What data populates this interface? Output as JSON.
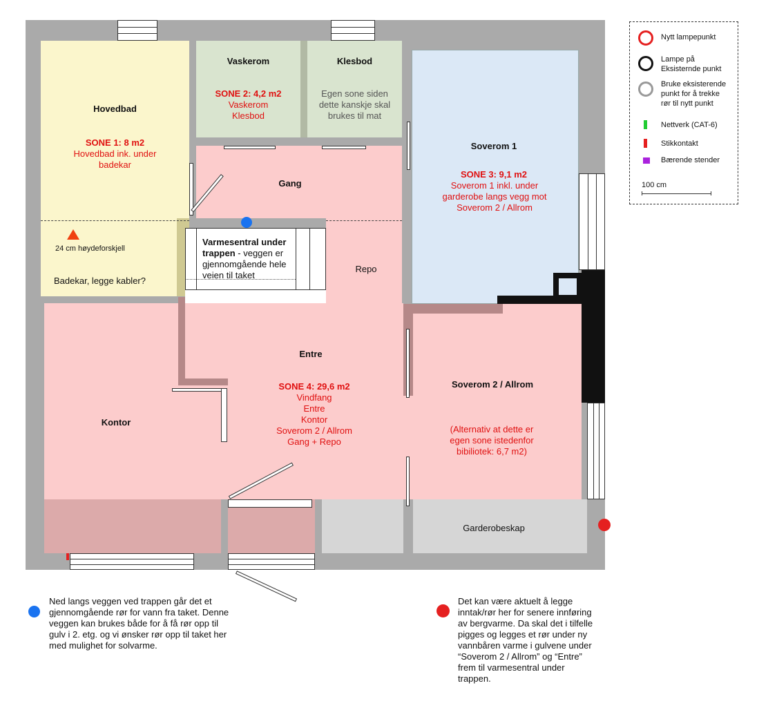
{
  "rooms": {
    "hovedbad": {
      "title": "Hovedbad",
      "zone": "SONE 1: 8 m2",
      "desc1": "Hovedbad ink. under",
      "desc2": "badekar"
    },
    "vaskerom": {
      "title": "Vaskerom",
      "zone": "SONE 2: 4,2 m2",
      "desc1": "Vaskerom",
      "desc2": "Klesbod"
    },
    "klesbod": {
      "title": "Klesbod",
      "desc1": "Egen sone siden",
      "desc2": "dette kanskje skal",
      "desc3": "brukes til mat"
    },
    "soverom1": {
      "title": "Soverom 1",
      "zone": "SONE 3: 9,1 m2",
      "desc1": "Soverom 1 inkl. under",
      "desc2": "garderobe langs vegg mot",
      "desc3": "Soverom 2 /  Allrom"
    },
    "gang": {
      "title": "Gang"
    },
    "repo": {
      "title": "Repo"
    },
    "varmesentral": {
      "bold1": "Varmesentral under",
      "bold2": "trappen",
      "rest1": " - veggen er",
      "line3": "gjennomgående hele",
      "line4": "veien til taket"
    },
    "badekar": {
      "height": "24 cm høydeforskjell",
      "note": "Badekar, legge kabler?"
    },
    "entre": {
      "title": "Entre",
      "zone": "SONE 4: 29,6 m2",
      "d1": "Vindfang",
      "d2": "Entre",
      "d3": "Kontor",
      "d4": "Soverom 2 / Allrom",
      "d5": "Gang + Repo"
    },
    "kontor": {
      "title": "Kontor"
    },
    "soverom2": {
      "title": "Soverom 2 / Allrom",
      "alt1": "(Alternativ at dette er",
      "alt2": "egen sone istedenfor",
      "alt3": "bibiliotek: 6,7 m2)"
    },
    "garderobe": {
      "title": "Garderobeskap"
    }
  },
  "legend": {
    "new_lamp": "Nytt lampepunkt",
    "existing_lamp_1": "Lampe på",
    "existing_lamp_2": "Eksisternde punkt",
    "reuse_1": "Bruke eksisterende",
    "reuse_2": "punkt for å trekke",
    "reuse_3": "rør til nytt punkt",
    "network": "Nettverk (CAT-6)",
    "outlet": "Stikkontakt",
    "studs": "Bærende stender",
    "scale": "100 cm"
  },
  "notes": {
    "blue": [
      "Ned langs veggen ved trappen går det et",
      "gjennomgående rør for vann fra taket. Denne",
      "veggen kan brukes både for å få rør opp til",
      "gulv i 2. etg. og vi ønsker rør opp til taket her",
      "med mulighet for solvarme."
    ],
    "red": [
      "Det kan være aktuelt å legge",
      "inntak/rør her for senere innføring",
      "av bergvarme. Da skal det i tilfelle",
      "pigges og legges et rør under ny",
      "vannbåren varme i gulvene under",
      "“Soverom 2 / Allrom” og “Entre”",
      "frem til varmesentral under",
      "trappen."
    ]
  },
  "colors": {
    "wall": "#aaaaaa",
    "yellow": "#fbf6cc",
    "green": "#d9e4cf",
    "blue": "#dbe8f6",
    "pink": "#fccccc",
    "darkpink": "#dcaaaa",
    "gray": "#d6d6d6",
    "red": "#e52020",
    "blue_dot": "#1a73f0"
  }
}
